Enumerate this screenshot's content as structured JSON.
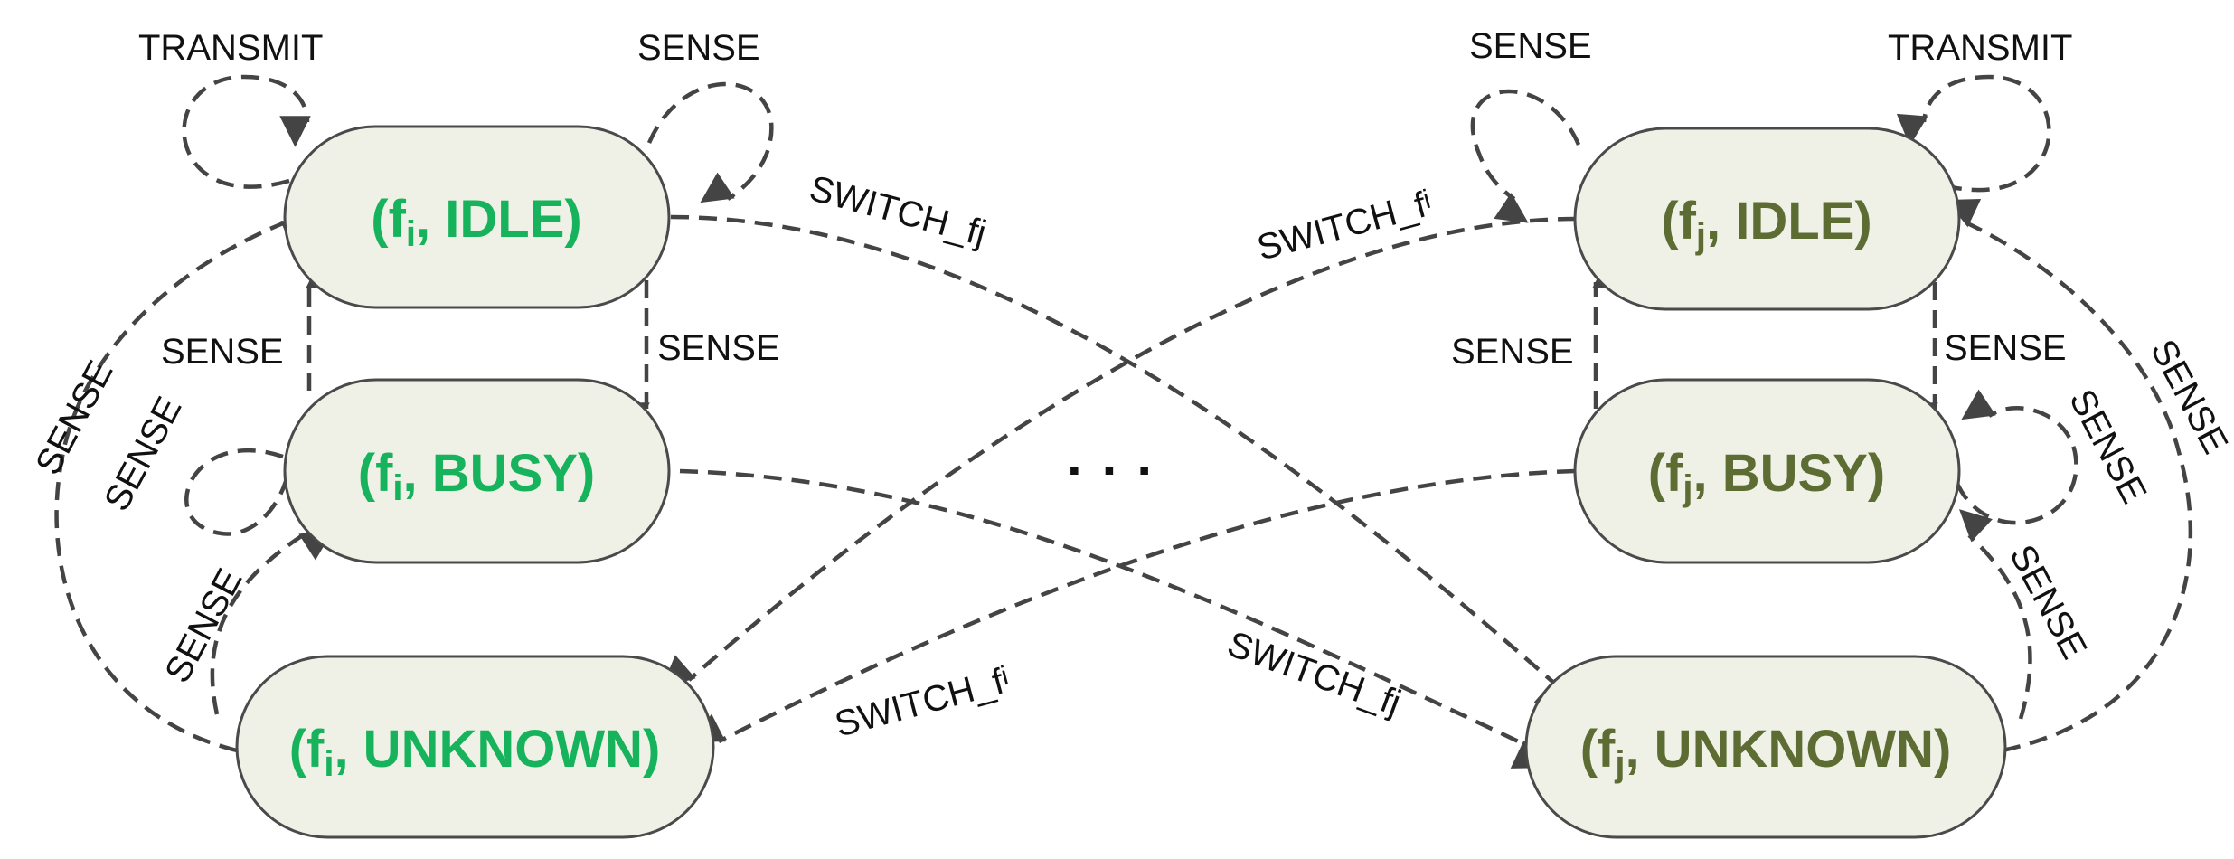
{
  "colors": {
    "fi_text": "#17b35c",
    "fj_text": "#5d6c33",
    "node_fill": "#eff1e6",
    "edge": "#444444"
  },
  "nodes": {
    "fi_idle": {
      "prefix": "(f",
      "sub": "i",
      "suffix": ", IDLE)"
    },
    "fi_busy": {
      "prefix": "(f",
      "sub": "i",
      "suffix": ", BUSY)"
    },
    "fi_unknown": {
      "prefix": "(f",
      "sub": "i",
      "suffix": ", UNKNOWN)"
    },
    "fj_idle": {
      "prefix": "(f",
      "sub": "j",
      "suffix": ", IDLE)"
    },
    "fj_busy": {
      "prefix": "(f",
      "sub": "j",
      "suffix": ", BUSY)"
    },
    "fj_unknown": {
      "prefix": "(f",
      "sub": "j",
      "suffix": ", UNKNOWN)"
    }
  },
  "labels": {
    "transmit": "TRANSMIT",
    "sense": "SENSE",
    "switch_fj": "SWITCH_fj",
    "switch_fi_prefix": "SWITCH_f",
    "switch_fi_sub": "i"
  },
  "ellipsis": "..."
}
